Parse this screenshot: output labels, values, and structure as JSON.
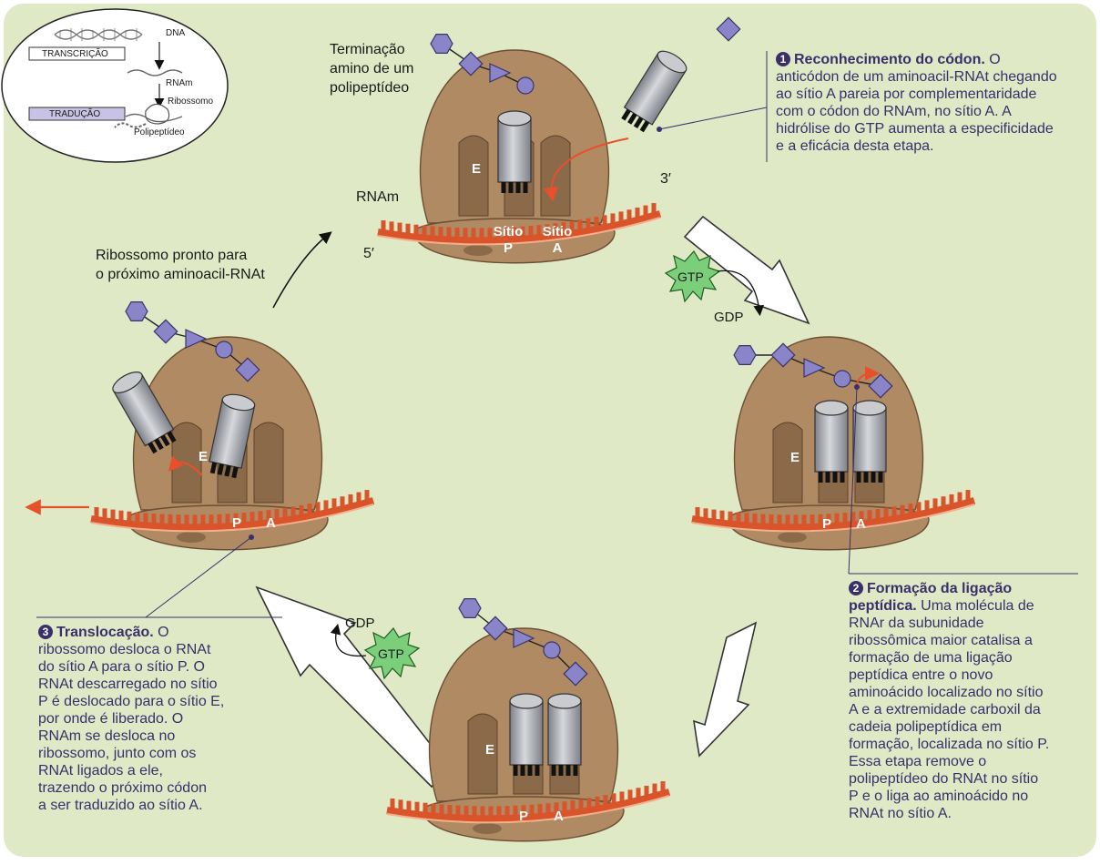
{
  "inset": {
    "dna": "DNA",
    "transcription": "TRANSCRIÇÃO",
    "rnam": "RNAm",
    "ribosome": "Ribossomo",
    "translation": "TRADUÇÃO",
    "polypeptide": "Polipeptídeo"
  },
  "labels": {
    "amino_terminal": [
      "Terminação",
      "amino de um",
      "polipeptídeo"
    ],
    "rnam": "RNAm",
    "three_prime": "3′",
    "five_prime": "5′",
    "ready": [
      "Ribossomo pronto para",
      "o próximo aminoacil-RNAt"
    ],
    "gtp": "GTP",
    "gdp": "GDP",
    "site_e": "E",
    "site_p": "P",
    "site_a": "A",
    "sitio": "Sítio"
  },
  "steps": [
    {
      "number": "1",
      "title": "Reconhecimento do códon.",
      "lines": [
        "Reconhecimento do códon. O",
        "anticódon de um aminoacil-RNAt chegando",
        "ao sítio A pareia por complementaridade",
        "com o códon do RNAm, no sítio A. A",
        "hidrólise do GTP aumenta a especificidade",
        "e a eficácia desta etapa."
      ]
    },
    {
      "number": "2",
      "title": "Formação da ligação peptídica.",
      "lines": [
        "Formação da ligação",
        "peptídica. Uma molécula de",
        "RNAr da subunidade",
        "ribossômica maior catalisa a",
        "formação de uma ligação",
        "peptídica entre o novo",
        "aminoácido localizado no sítio",
        "A e a extremidade carboxil da",
        "cadeia polipeptídica em",
        "formação, localizada no sítio P.",
        "Essa etapa remove o",
        "polipeptídeo do RNAt no sítio",
        "P e o liga ao aminoácido no",
        "RNAt no sítio A."
      ]
    },
    {
      "number": "3",
      "title": "Translocação.",
      "lines": [
        "Translocação. O",
        "ribossomo desloca o RNAt",
        "do sítio A para o sítio P. O",
        "RNAt descarregado no sítio",
        "P é deslocado para o sítio E,",
        "por onde é liberado. O",
        "RNAm se desloca no",
        "ribossomo, junto com os",
        "RNAt ligados a ele,",
        "trazendo o próximo códon",
        "a ser traduzido ao sítio A."
      ]
    }
  ],
  "colors": {
    "background": "#dfe9c6",
    "ribosome": "#b08a63",
    "ribosome_dark": "#8a6a49",
    "mrna": "#d9542b",
    "trna": "#a9acb2",
    "amino_acid": "#8a84c8",
    "gtp": "#7ccf7a",
    "text": "#3a2f6b"
  }
}
